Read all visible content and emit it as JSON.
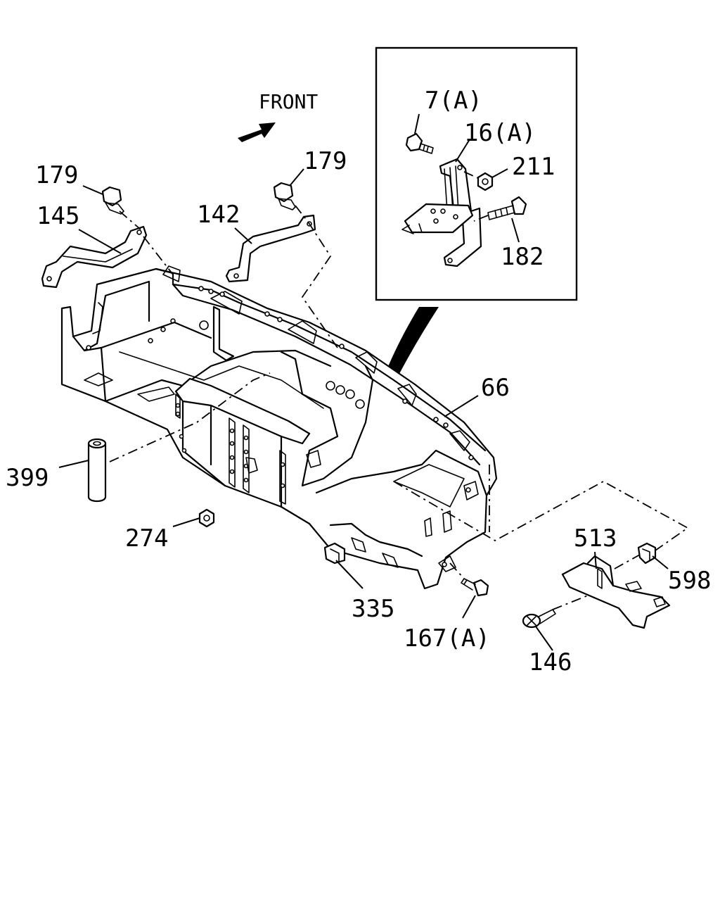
{
  "front_indicator": {
    "label": "FRONT"
  },
  "callouts": {
    "c179_left": "179",
    "c145": "145",
    "c142": "142",
    "c179_right": "179",
    "c7a": "7(A)",
    "c16a": "16(A)",
    "c211": "211",
    "c182": "182",
    "c66": "66",
    "c399": "399",
    "c274": "274",
    "c513": "513",
    "c598": "598",
    "c335": "335",
    "c167a": "167(A)",
    "c146": "146"
  }
}
